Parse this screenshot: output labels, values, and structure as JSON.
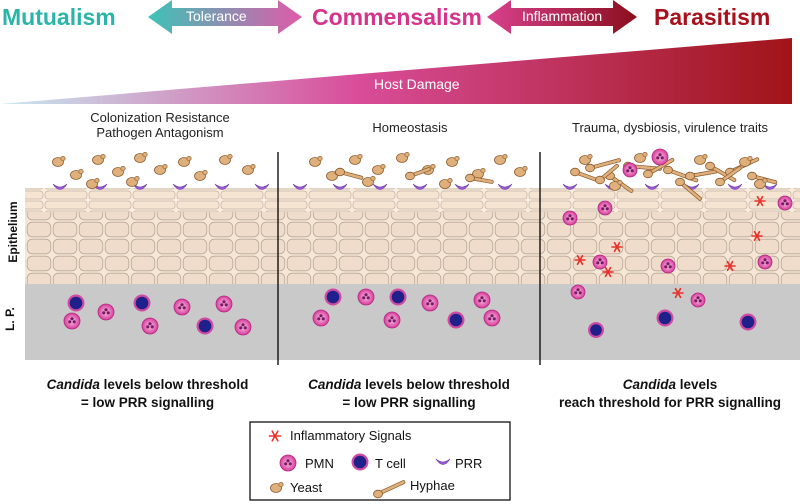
{
  "header": {
    "mutualism": "Mutualism",
    "tolerance": "Tolerance",
    "commensalism": "Commensalism",
    "inflammation": "Inflammation",
    "parasitism": "Parasitism",
    "host_damage": "Host Damage"
  },
  "panels": [
    {
      "caption_line1": "Colonization Resistance",
      "caption_line2": "Pathogen Antagonism",
      "bottom_italic": "Candida",
      "bottom_line1_rest": " levels  below threshold",
      "bottom_line2": "= low PRR signalling"
    },
    {
      "caption_line1": "Homeostasis",
      "caption_line2": "",
      "bottom_italic": "Candida",
      "bottom_line1_rest": " levels below threshold",
      "bottom_line2": "= low PRR signalling"
    },
    {
      "caption_line1": "Trauma, dysbiosis, virulence traits",
      "caption_line2": "",
      "bottom_italic": "Candida",
      "bottom_line1_rest": " levels",
      "bottom_line2": "reach threshold for PRR signalling"
    }
  ],
  "side_labels": {
    "epithelium": "Epithelium",
    "lamina_propria": "L. P."
  },
  "legend": {
    "inflammatory": "Inflammatory Signals",
    "pmn": "PMN",
    "tcell": "T cell",
    "prr": "PRR",
    "yeast": "Yeast",
    "hyphae": "Hyphae"
  },
  "colors": {
    "mutualism": "#2bb5a8",
    "commensalism": "#d6338a",
    "parasitism": "#a8101c",
    "epithelium_fill": "#f6e6d6",
    "lp_fill": "#c8c8c8",
    "pmn": "#e24aa8",
    "tcell": "#22238a",
    "prr": "#9b59d6",
    "yeast": "#e0b07c",
    "signal": "#e8302a"
  }
}
